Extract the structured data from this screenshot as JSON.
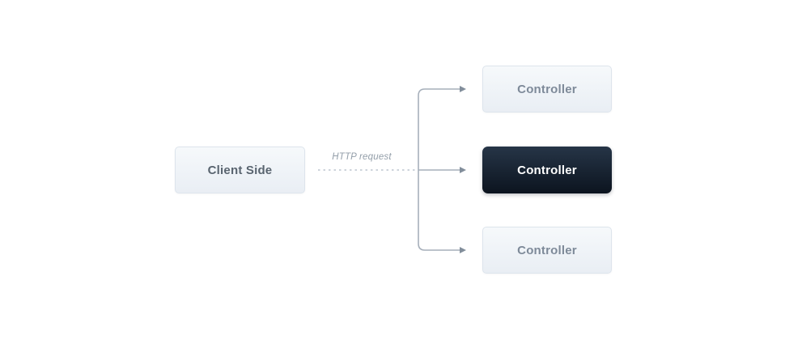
{
  "diagram": {
    "client": {
      "label": "Client Side"
    },
    "connection": {
      "label": "HTTP request",
      "style": "dashed-arrow"
    },
    "controllers": [
      {
        "label": "Controller",
        "variant": "light"
      },
      {
        "label": "Controller",
        "variant": "dark",
        "highlighted": true
      },
      {
        "label": "Controller",
        "variant": "light"
      }
    ],
    "colors": {
      "canvas_bg": "#ffffff",
      "node_light_bg_top": "#f6f9fb",
      "node_light_bg_bottom": "#e9eef4",
      "node_light_border": "#dde4ec",
      "node_dark_bg_top": "#263547",
      "node_dark_bg_bottom": "#0c141f",
      "client_text": "#59646f",
      "controller_light_text": "#7e8a99",
      "controller_dark_text": "#ffffff",
      "connector_line": "#a6afba",
      "arrowhead": "#828e9b",
      "dashed_line": "#c6cdd6",
      "label_text": "#939ea9"
    }
  }
}
